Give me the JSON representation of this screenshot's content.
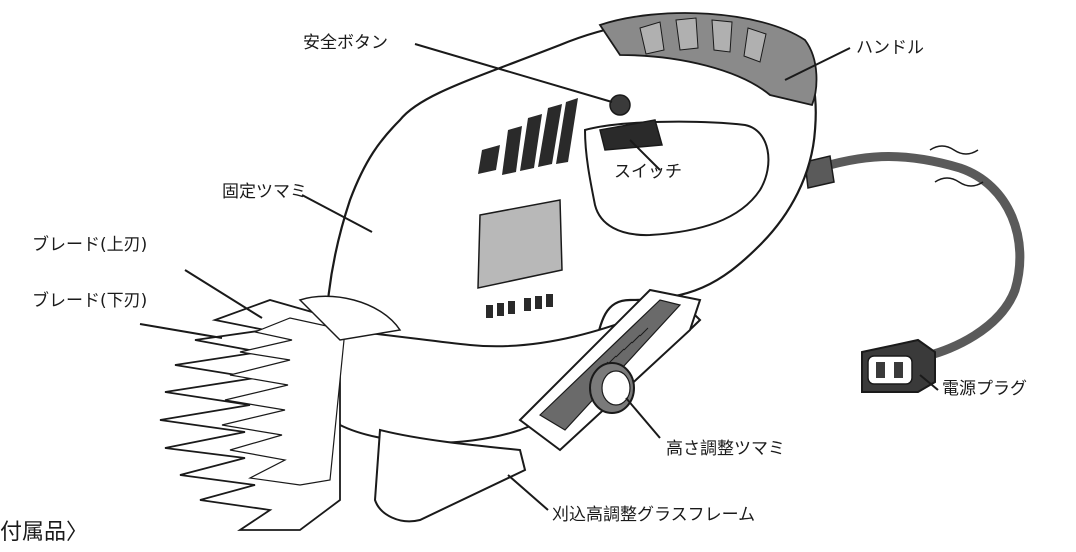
{
  "labels": {
    "safety_button": "安全ボタン",
    "handle": "ハンドル",
    "switch": "スイッチ",
    "fixing_knob": "固定ツマミ",
    "blade_upper": "ブレード(上刃)",
    "blade_lower": "ブレード(下刃)",
    "power_plug": "電源プラグ",
    "height_knob": "高さ調整ツマミ",
    "grass_frame": "刈込高調整グラスフレーム"
  },
  "footer_text": "付属品〉",
  "colors": {
    "outline": "#1a1a1a",
    "body_fill": "#ffffff",
    "grip_gray": "#8a8a8a",
    "panel_gray": "#b8b8b8",
    "cord": "#5a5a5a",
    "leader_line": "#1a1a1a"
  }
}
